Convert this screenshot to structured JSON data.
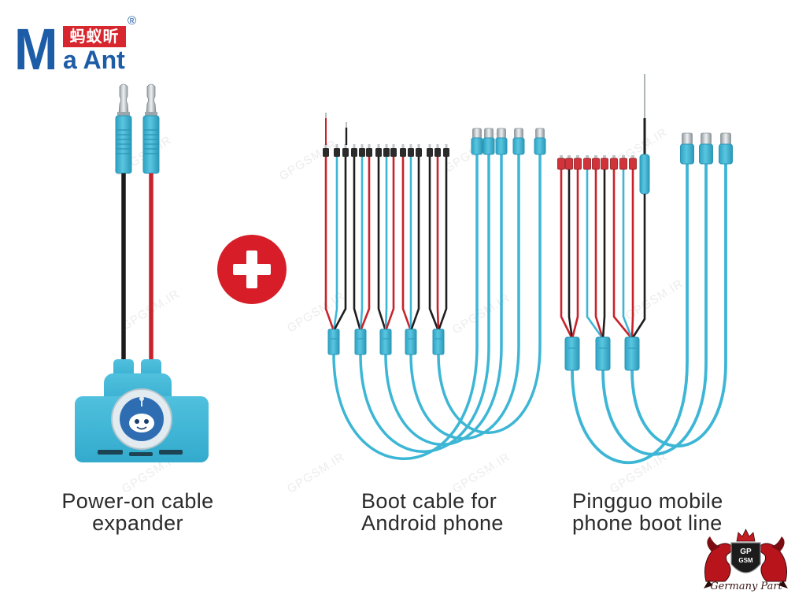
{
  "brand": {
    "logo_letter": "M",
    "logo_name": "a Ant",
    "logo_chinese": "蚂蚁昕",
    "registered_mark": "®"
  },
  "products": [
    {
      "caption_lines": [
        "Power-on cable",
        "expander"
      ]
    },
    {
      "caption_lines": [
        "Boot cable for",
        "Android phone"
      ]
    },
    {
      "caption_lines": [
        "Pingguo mobile",
        "phone boot line"
      ]
    }
  ],
  "separator_icon": "plus-icon",
  "watermark_text": "GPGSM.IR",
  "dealer_logo": {
    "badge_top": "GP",
    "badge_bottom": "GSM",
    "label": "Germany Part"
  },
  "colors": {
    "cable_blue": "#3db6d6",
    "cable_blue_dark": "#2a97b7",
    "wire_red": "#c8232b",
    "wire_black": "#1e1e1e",
    "clip_red": "#d1333a",
    "plus_red": "#d71e28",
    "brand_blue": "#1d5ca6",
    "brand_red": "#d7262d"
  }
}
